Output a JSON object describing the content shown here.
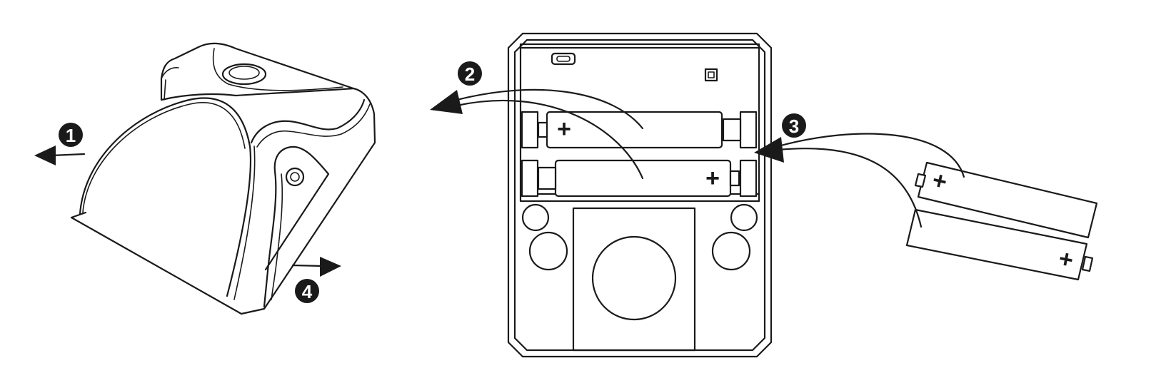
{
  "steps": [
    {
      "id": "step1",
      "label": "1"
    },
    {
      "id": "step2",
      "label": "2"
    },
    {
      "id": "step3",
      "label": "3"
    },
    {
      "id": "step4",
      "label": "4"
    }
  ],
  "battery_polarity": "+",
  "colors": {
    "line": "#1a1a1a",
    "background": "#ffffff"
  }
}
